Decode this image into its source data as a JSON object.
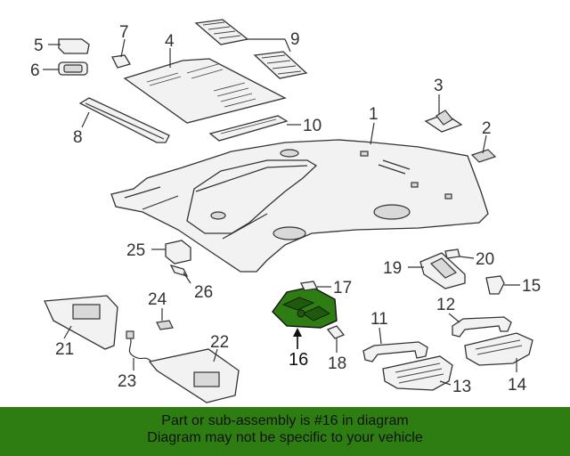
{
  "callouts": [
    "1",
    "2",
    "3",
    "4",
    "5",
    "6",
    "7",
    "8",
    "9",
    "10",
    "11",
    "12",
    "13",
    "14",
    "15",
    "16",
    "17",
    "18",
    "19",
    "20",
    "21",
    "22",
    "23",
    "24",
    "25",
    "26"
  ],
  "highlight": {
    "part": "16",
    "color": "#2e7d12"
  },
  "banner": {
    "line1": "Part or sub-assembly is #16 in diagram",
    "line2": "Diagram may not be specific to your vehicle",
    "background": "#2e7d12"
  }
}
